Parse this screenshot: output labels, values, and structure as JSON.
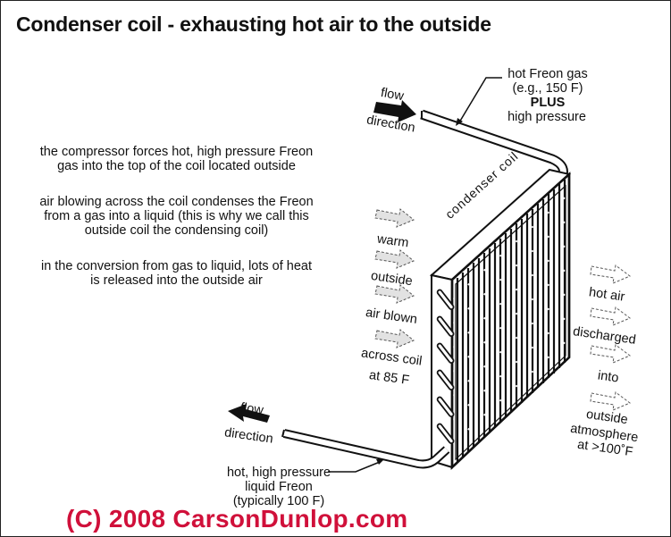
{
  "title": "Condenser coil - exhausting hot air to the outside",
  "description": {
    "p1": "the compressor forces hot, high pressure Freon gas into the top of the coil located outside",
    "p2": "air blowing across the coil condenses the Freon from a gas into a liquid (this is why we call this outside coil the condensing coil)",
    "p3": "in the conversion from gas to liquid, lots of heat is released into the outside air"
  },
  "inlet": {
    "flow_label_1": "flow",
    "flow_label_2": "direction",
    "callout_line1": "hot Freon gas",
    "callout_line2": "(e.g., 150 F)",
    "callout_line3": "PLUS",
    "callout_line4": "high pressure"
  },
  "coil_label": "condenser coil",
  "intake_air": {
    "labels": [
      "warm",
      "outside",
      "air blown",
      "across coil",
      "at 85 F"
    ]
  },
  "exhaust_air": {
    "labels": [
      "hot air",
      "discharged",
      "into",
      "outside",
      "atmosphere",
      "at >100˚F"
    ]
  },
  "outlet": {
    "flow_label_1": "flow",
    "flow_label_2": "direction",
    "callout_line1": "hot, high pressure",
    "callout_line2": "liquid Freon",
    "callout_line3": "(typically 100 F)"
  },
  "copyright": "(C) 2008 CarsonDunlop.com",
  "colors": {
    "copyright_red": "#d0103a",
    "arrow_fill": "#e2e2e2",
    "line": "#111111"
  }
}
